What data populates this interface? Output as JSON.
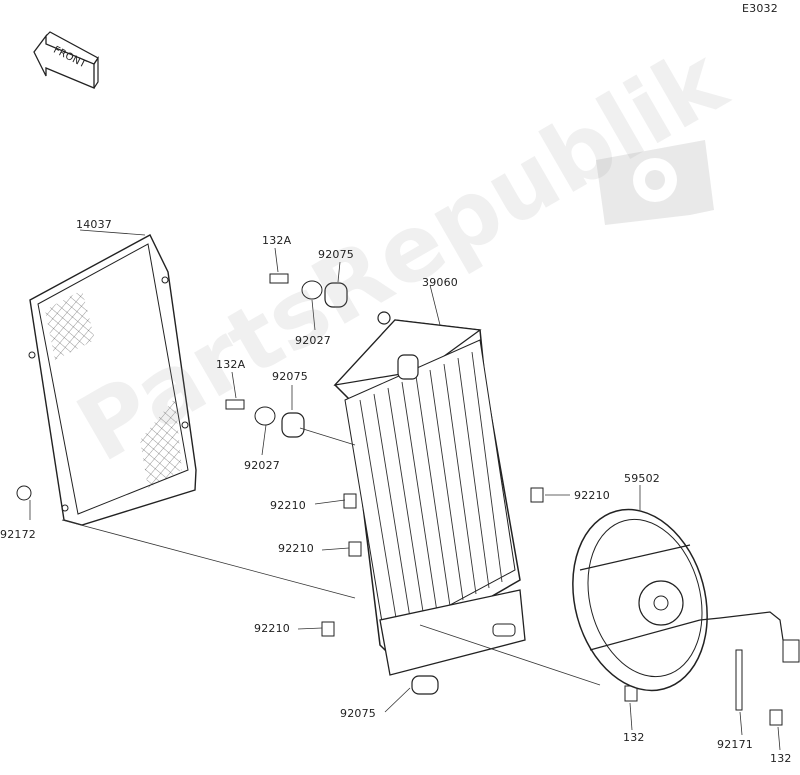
{
  "diagram": {
    "code": "E3032",
    "front_label": "FRONT",
    "watermark": "PartsRepublik",
    "parts": [
      {
        "id": "shroud",
        "number": "14037"
      },
      {
        "id": "bolt-upper",
        "number": "132A"
      },
      {
        "id": "grommet-upper",
        "number": "92075"
      },
      {
        "id": "collar-upper",
        "number": "92027"
      },
      {
        "id": "radiator",
        "number": "39060"
      },
      {
        "id": "bolt-middle",
        "number": "132A"
      },
      {
        "id": "grommet-middle",
        "number": "92075"
      },
      {
        "id": "collar-middle",
        "number": "92027"
      },
      {
        "id": "clip-1",
        "number": "92210"
      },
      {
        "id": "clip-2",
        "number": "92210"
      },
      {
        "id": "clip-3",
        "number": "92210"
      },
      {
        "id": "clip-right",
        "number": "92210"
      },
      {
        "id": "fan",
        "number": "59502"
      },
      {
        "id": "washer",
        "number": "92172"
      },
      {
        "id": "grommet-lower",
        "number": "92075"
      },
      {
        "id": "bolt-fan",
        "number": "132"
      },
      {
        "id": "band",
        "number": "92171"
      },
      {
        "id": "bolt-band",
        "number": "132"
      }
    ]
  }
}
